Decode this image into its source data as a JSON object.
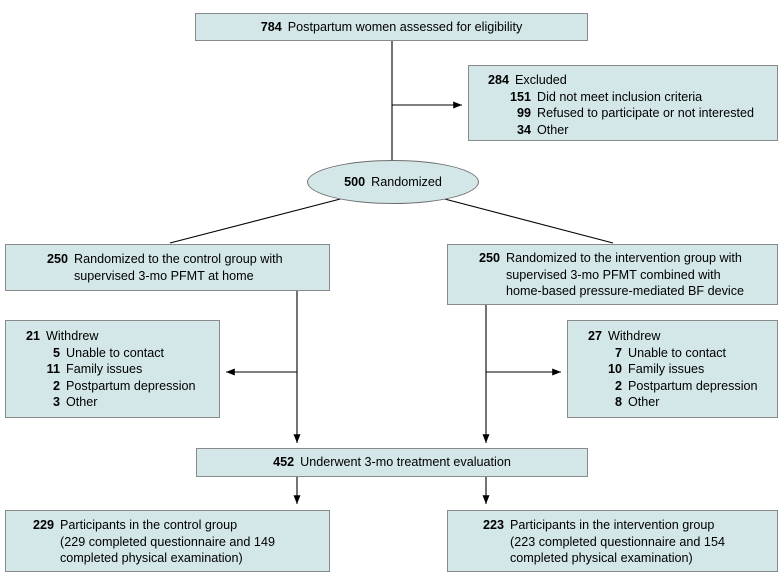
{
  "colors": {
    "box_fill": "#d4e7e8",
    "box_border": "#8a8a8a",
    "line": "#000000",
    "text": "#000000"
  },
  "diagram": {
    "type": "consort-flow-diagram",
    "title": "CONSORT participant flow diagram"
  },
  "nodes": {
    "assessed": {
      "number": "784",
      "text": "Postpartum women assessed for eligibility"
    },
    "excluded": {
      "number": "284",
      "text": "Excluded",
      "reasons": [
        {
          "number": "151",
          "text": "Did not meet inclusion criteria"
        },
        {
          "number": "99",
          "text": "Refused to participate or not interested"
        },
        {
          "number": "34",
          "text": "Other"
        }
      ]
    },
    "randomized": {
      "number": "500",
      "text": "Randomized"
    },
    "control_alloc": {
      "number": "250",
      "line1": "Randomized to the control group with",
      "line2": "supervised 3-mo PFMT at home"
    },
    "intervention_alloc": {
      "number": "250",
      "line1": "Randomized to the intervention group with",
      "line2": "supervised 3-mo PFMT combined with",
      "line3": "home-based pressure-mediated BF device"
    },
    "control_withdrew": {
      "number": "21",
      "text": "Withdrew",
      "reasons": [
        {
          "number": "5",
          "text": "Unable to contact"
        },
        {
          "number": "11",
          "text": "Family issues"
        },
        {
          "number": "2",
          "text": "Postpartum depression"
        },
        {
          "number": "3",
          "text": "Other"
        }
      ]
    },
    "intervention_withdrew": {
      "number": "27",
      "text": "Withdrew",
      "reasons": [
        {
          "number": "7",
          "text": "Unable to contact"
        },
        {
          "number": "10",
          "text": "Family issues"
        },
        {
          "number": "2",
          "text": "Postpartum depression"
        },
        {
          "number": "8",
          "text": "Other"
        }
      ]
    },
    "evaluated": {
      "number": "452",
      "text": "Underwent 3-mo treatment evaluation"
    },
    "control_analyzed": {
      "number": "229",
      "line1": "Participants in the control group",
      "line2": "(229 completed questionnaire and 149",
      "line3": "completed physical examination)"
    },
    "intervention_analyzed": {
      "number": "223",
      "line1": "Participants in the intervention group",
      "line2": "(223 completed questionnaire and 154",
      "line3": "completed physical examination)"
    }
  }
}
